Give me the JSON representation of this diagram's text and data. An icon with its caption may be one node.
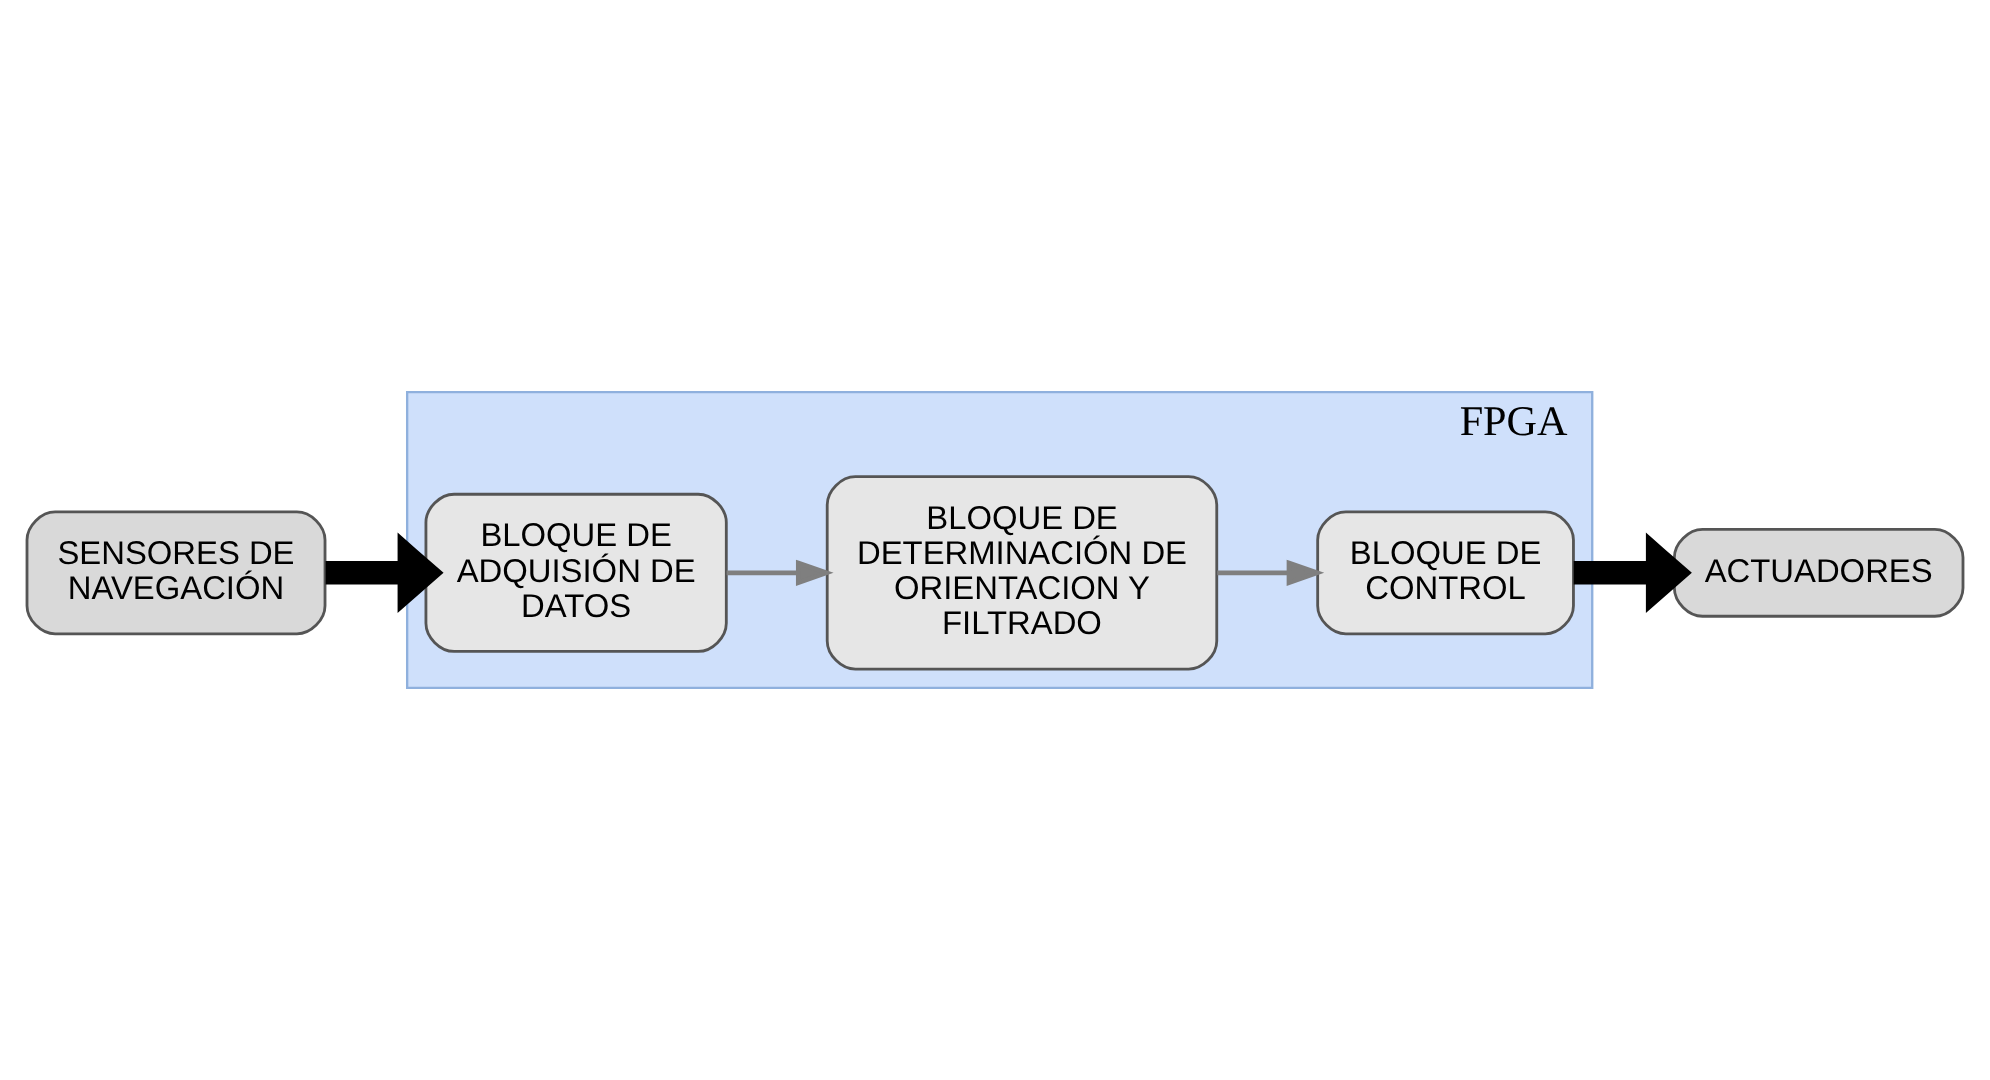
{
  "diagram": {
    "nodes": [
      {
        "text": [
          "SENSORES DE NAVEGACIÓN"
        ]
      },
      {
        "text": [
          "FPGA"
        ]
      },
      {
        "text": [
          "BLOQUE DE ADQUISIÓN DE DATOS"
        ],
        "in": 1
      },
      {
        "text": [
          "BLOQUE DE DETERMINACIÓN DE ORIENTACION Y FILTRADO"
        ],
        "in": 1
      },
      {
        "text": [
          "BLOQUE DE CONTROL"
        ],
        "in": 1
      },
      {
        "text": [
          "ACTUADORES"
        ]
      }
    ],
    "edges": [
      {
        "from": 0,
        "to": 2,
        "arrow": "to",
        "style": "thick"
      },
      {
        "from": 2,
        "to": 3,
        "arrow": "to",
        "color": "#7f7f7f"
      },
      {
        "from": 3,
        "to": 4,
        "arrow": "to",
        "color": "#7f7f7f"
      },
      {
        "from": 4,
        "to": 5,
        "arrow": "to",
        "style": "thick"
      }
    ]
  }
}
